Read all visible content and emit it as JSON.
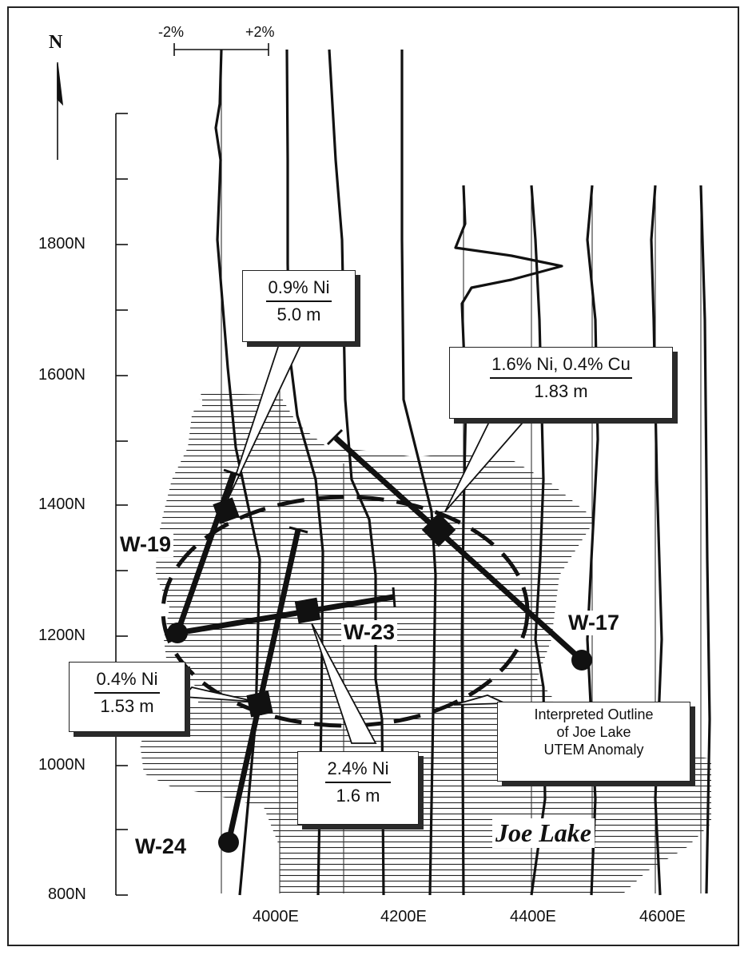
{
  "north_label": "N",
  "scale": {
    "left": "-2%",
    "right": "+2%"
  },
  "y_axis": [
    {
      "label": "1800N",
      "value": 1800
    },
    {
      "label": "1600N",
      "value": 1600
    },
    {
      "label": "1400N",
      "value": 1400
    },
    {
      "label": "1200N",
      "value": 1200
    },
    {
      "label": "1000N",
      "value": 1000
    },
    {
      "label": "800N",
      "value": 800
    }
  ],
  "x_axis": [
    {
      "label": "4000E",
      "value": 4000
    },
    {
      "label": "4200E",
      "value": 4200
    },
    {
      "label": "4400E",
      "value": 4400
    },
    {
      "label": "4600E",
      "value": 4600
    }
  ],
  "holes": {
    "w19": "W-19",
    "w23": "W-23",
    "w17": "W-17",
    "w24": "W-24"
  },
  "callouts": {
    "c1": {
      "top": "0.9% Ni",
      "bottom": "5.0 m"
    },
    "c2": {
      "top": "1.6% Ni, 0.4% Cu",
      "bottom": "1.83 m"
    },
    "c3": {
      "top": "0.4% Ni",
      "bottom": "1.53 m"
    },
    "c4": {
      "top": "2.4% Ni",
      "bottom": "1.6 m"
    }
  },
  "note": {
    "line1": "Interpreted Outline",
    "line2": "of Joe Lake",
    "line3": "UTEM Anomaly"
  },
  "lake_label": "Joe Lake"
}
